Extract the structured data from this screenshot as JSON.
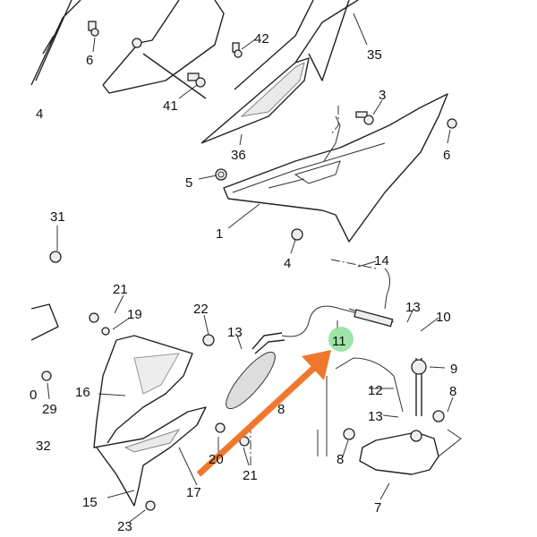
{
  "diagram": {
    "labels": {
      "l6a": "6",
      "l42": "42",
      "l35": "35",
      "l41": "41",
      "l4a": "4",
      "l3": "3",
      "l36": "36",
      "l6b": "6",
      "l5": "5",
      "l1": "1",
      "l4b": "4",
      "l31": "31",
      "l14": "14",
      "l21a": "21",
      "l19": "19",
      "l22": "22",
      "l13a": "13",
      "l13b": "13",
      "l10": "10",
      "l11": "11",
      "l9": "9",
      "l12": "12",
      "l8a": "8",
      "l16": "16",
      "l29": "29",
      "l0": "0",
      "l13c": "13",
      "l8b": "8",
      "l32": "32",
      "l20": "20",
      "l21b": "21",
      "l8c": "8",
      "l17": "17",
      "l15": "15",
      "l23": "23",
      "l7": "7"
    },
    "highlight": {
      "label": "11",
      "color": "#7edc8c"
    },
    "arrow_color": "#f0782e"
  }
}
